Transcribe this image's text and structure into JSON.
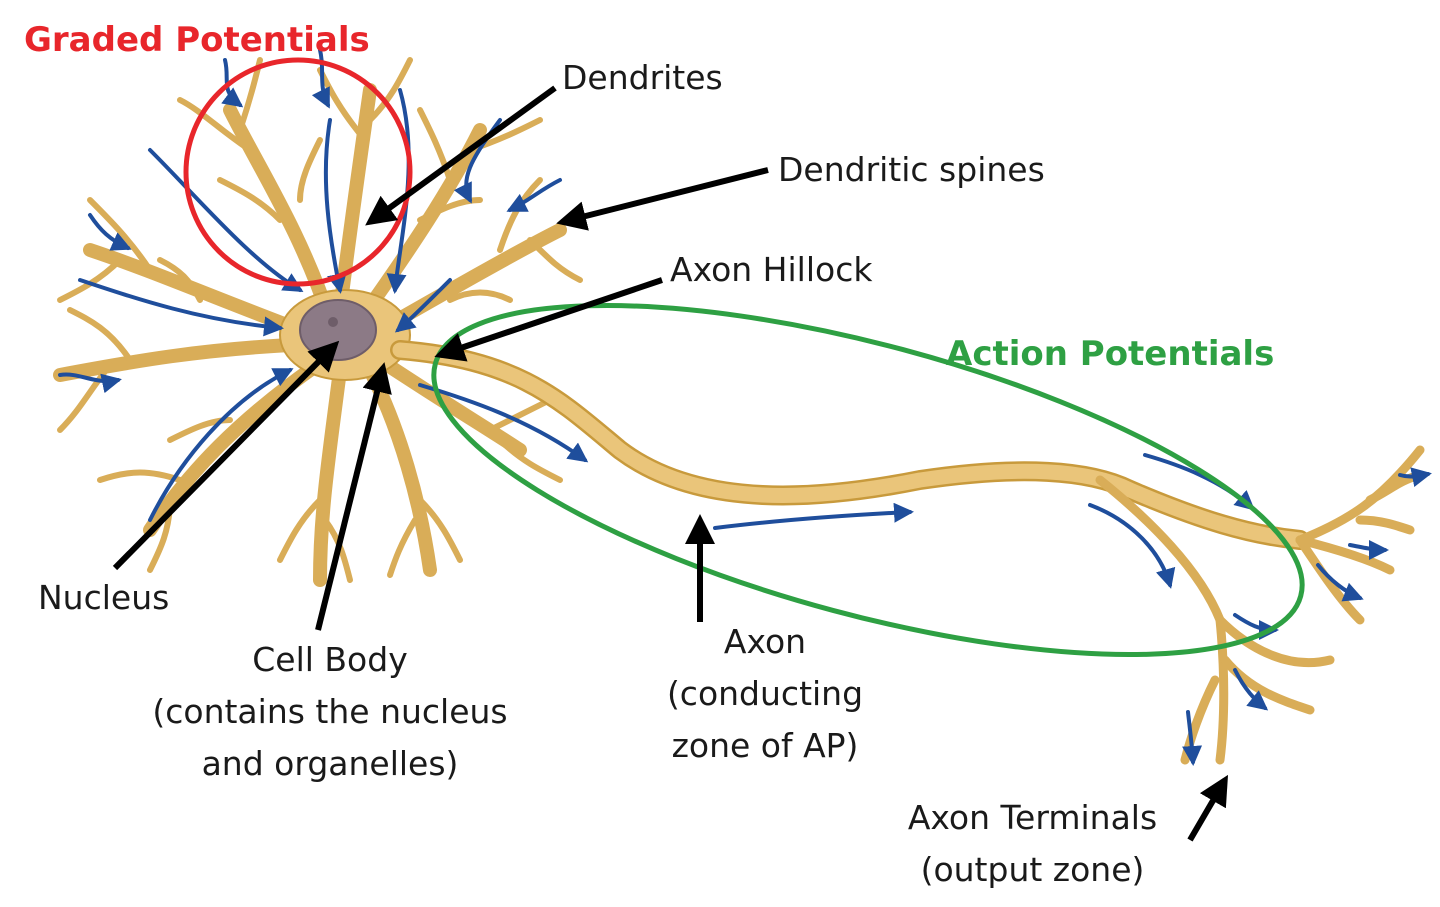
{
  "labels": {
    "graded_potentials": "Graded Potentials",
    "dendrites": "Dendrites",
    "dendritic_spines": "Dendritic spines",
    "axon_hillock": "Axon Hillock",
    "action_potentials": "Action Potentials",
    "nucleus": "Nucleus",
    "cell_body": [
      "Cell Body",
      "(contains the nucleus",
      "and organelles)"
    ],
    "axon": [
      "Axon",
      "(conducting",
      "zone of AP)"
    ],
    "axon_terminals": [
      "Axon Terminals",
      "(output zone)"
    ]
  },
  "colors": {
    "graded_potentials": "#e8262b",
    "action_potentials": "#2ea043",
    "neuron_fill": "#eac57a",
    "neuron_edge": "#c89a3c",
    "nucleus": "#8c7a86",
    "signal_arrows": "#1f4e9c",
    "pointer_arrows": "#000000"
  }
}
